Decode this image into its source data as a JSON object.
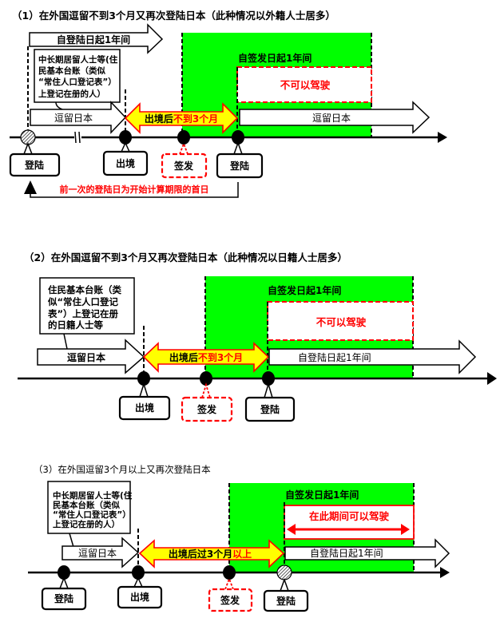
{
  "colors": {
    "green": "#00ff00",
    "yellow": "#ffff00",
    "red": "#ff0000"
  },
  "sections": [
    {
      "title": "（1）在外国逗留不到3个月又再次登陆日本（此种情况以外籍人士居多）",
      "top_arrow": "自登陆日起1年间",
      "callout": [
        "中长期居留人士等(住",
        "民基本台账（类似",
        "“常住人口登记表”）",
        "上登记在册的人）"
      ],
      "stay_arrow": "逗留日本",
      "gap_arrow": {
        "prefix": "出境后",
        "highlight": "不到3个月"
      },
      "issue_period": "自签发日起1年间",
      "driving_status": "不可以驾驶",
      "after_arrow": "逗留日本",
      "events": [
        "登陆",
        "出境",
        "签发",
        "登陆"
      ],
      "note": "前一次的登陆日为开始计算期限的首日"
    },
    {
      "title": "（2）在外国逗留不到3个月又再次登陆日本（此种情况以日籍人士居多）",
      "callout": [
        "住民基本台账（类",
        "似“常住人口登记",
        "表”）上登记在册",
        "的日籍人士等"
      ],
      "stay_arrow": "逗留日本",
      "gap_arrow": {
        "prefix": "出境后",
        "highlight": "不到3个月"
      },
      "issue_period": "自签发日起1年间",
      "driving_status": "不可以驾驶",
      "after_arrow": "自登陆日起1年间",
      "events": [
        "出境",
        "签发",
        "登陆"
      ]
    },
    {
      "title": "（3）在外国逗留3个月以上又再次登陆日本",
      "callout": [
        "中长期居留人士等(住",
        "民基本台账（类似",
        "“常住人口登记表”）",
        "上登记在册的人）"
      ],
      "stay_arrow": "逗留日本",
      "gap_arrow": {
        "prefix": "出境后过3个月",
        "highlight": "以上"
      },
      "issue_period": "自签发日起1年间",
      "driving_status": "在此期间可以驾驶",
      "after_arrow": "自登陆日起1年间",
      "events": [
        "登陆",
        "出境",
        "签发",
        "登陆"
      ]
    }
  ]
}
